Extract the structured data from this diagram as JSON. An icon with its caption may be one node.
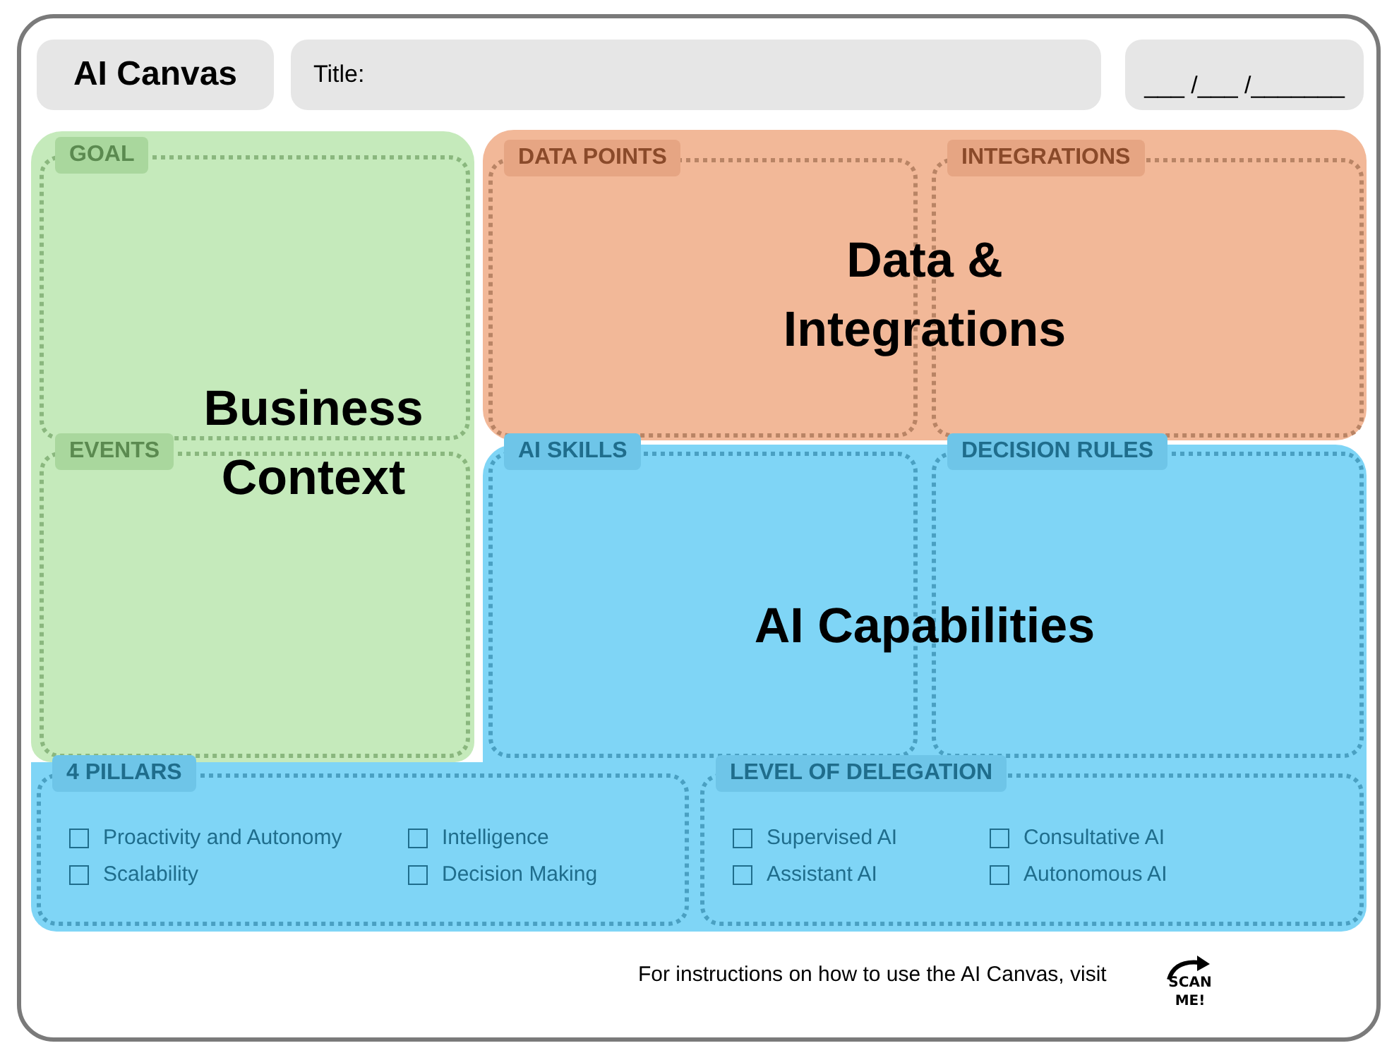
{
  "diagram": {
    "nodes": [
      {
        "text": [
          "AI Canvas"
        ]
      },
      {
        "text": [
          "Title:"
        ]
      },
      {
        "text": [
          "___ /___ /_______"
        ]
      },
      {
        "text": [
          "Business Context"
        ]
      },
      {
        "text": [
          "GOAL"
        ],
        "in": 3
      },
      {
        "text": [
          "EVENTS"
        ],
        "in": 3
      },
      {
        "text": [
          "Data & Integrations"
        ]
      },
      {
        "text": [
          "DATA POINTS"
        ],
        "in": 6
      },
      {
        "text": [
          "INTEGRATIONS"
        ],
        "in": 6
      },
      {
        "text": [
          "AI Capabilities"
        ]
      },
      {
        "text": [
          "AI SKILLS"
        ],
        "in": 9
      },
      {
        "text": [
          "DECISION RULES"
        ],
        "in": 9
      },
      {
        "text": [
          "4 PILLARS",
          "Proactivity and Autonomy",
          "Intelligence",
          "Scalability",
          "Decision Making"
        ]
      },
      {
        "text": [
          "LEVEL OF DELEGATION",
          "Supervised AI",
          "Consultative AI",
          "Assistant AI",
          "Autonomous AI"
        ]
      }
    ],
    "labels": [
      "For instructions on how to use the AI Canvas, visit",
      "SCAN ME!"
    ]
  }
}
